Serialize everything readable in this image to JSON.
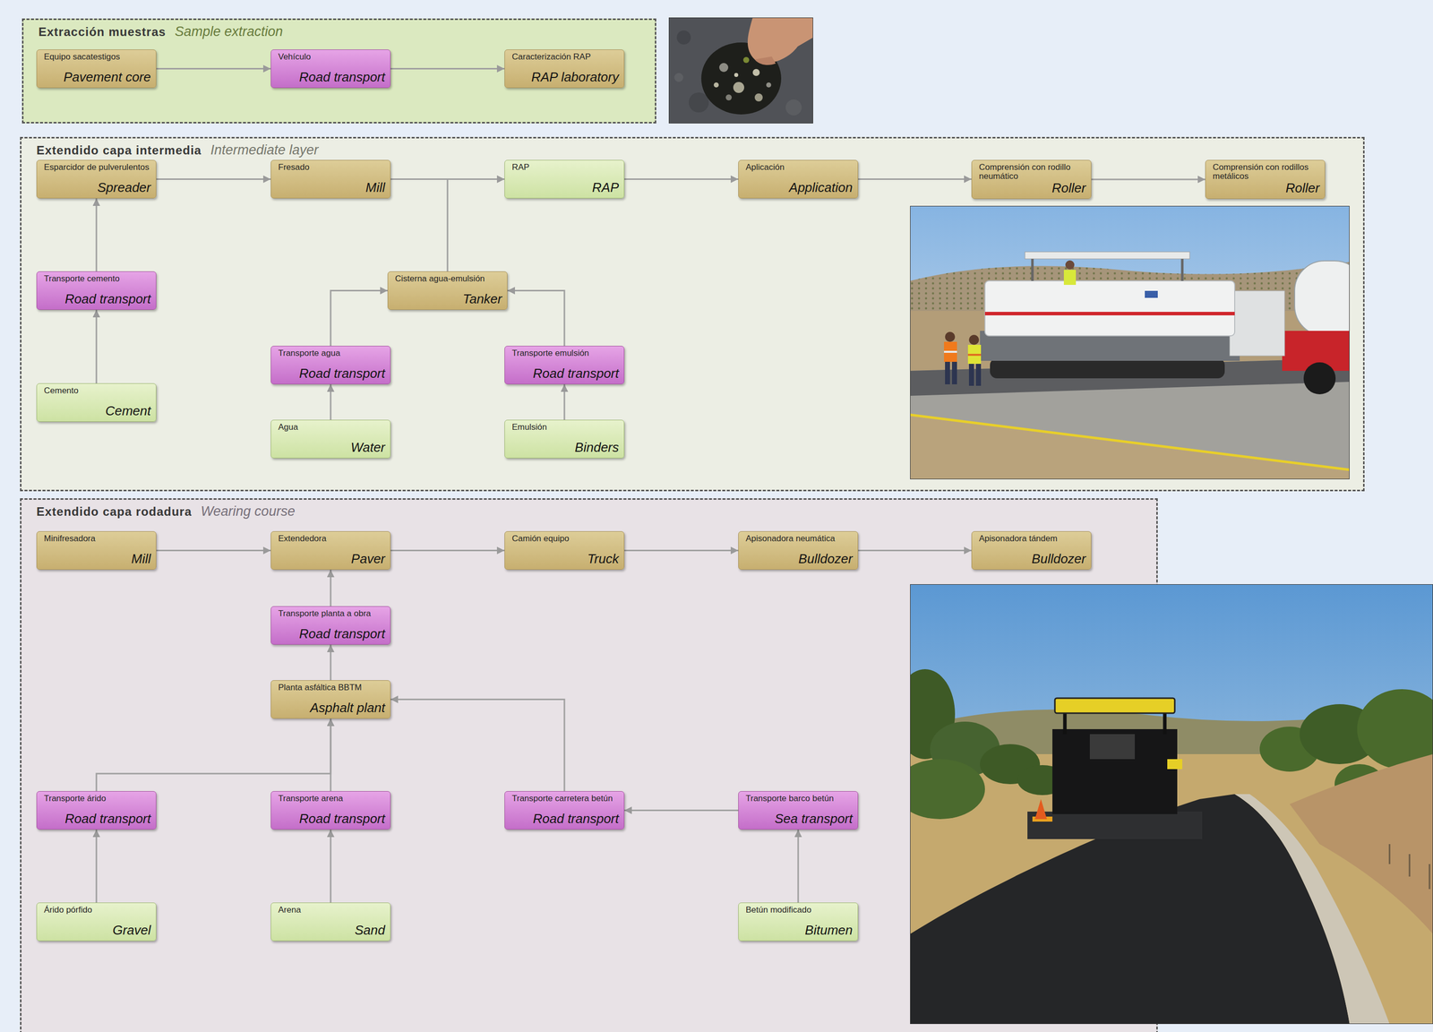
{
  "diagram": {
    "nodes": [
      {
        "text": [
          "Extracción muestras",
          "Sample extraction"
        ]
      },
      {
        "text": [
          "Equipo sacatestigos",
          "Pavement core"
        ],
        "in": 0
      },
      {
        "text": [
          "Vehículo",
          "Road transport"
        ],
        "in": 0
      },
      {
        "text": [
          "Caracterización RAP",
          "RAP laboratory"
        ],
        "in": 0
      },
      {
        "text": [
          "Extendido capa intermedia",
          "Intermediate layer"
        ]
      },
      {
        "text": [
          "Esparcidor de pulverulentos",
          "Spreader"
        ],
        "in": 4
      },
      {
        "text": [
          "Fresado",
          "Mill"
        ],
        "in": 4
      },
      {
        "text": [
          "RAP",
          "RAP"
        ],
        "in": 4
      },
      {
        "text": [
          "Aplicación",
          "Application"
        ],
        "in": 4
      },
      {
        "text": [
          "Comprensión con rodillo neumático",
          "Roller"
        ],
        "in": 4
      },
      {
        "text": [
          "Comprensión con rodillos metálicos",
          "Roller"
        ],
        "in": 4
      },
      {
        "text": [
          "Transporte cemento",
          "Road transport"
        ],
        "in": 4
      },
      {
        "text": [
          "Cisterna agua-emulsión",
          "Tanker"
        ],
        "in": 4
      },
      {
        "text": [
          "Transporte agua",
          "Road transport"
        ],
        "in": 4
      },
      {
        "text": [
          "Transporte emulsión",
          "Road transport"
        ],
        "in": 4
      },
      {
        "text": [
          "Cemento",
          "Cement"
        ],
        "in": 4
      },
      {
        "text": [
          "Agua",
          "Water"
        ],
        "in": 4
      },
      {
        "text": [
          "Emulsión",
          "Binders"
        ],
        "in": 4
      },
      {
        "text": [
          "Extendido capa rodadura",
          "Wearing course"
        ]
      },
      {
        "text": [
          "Minifresadora",
          "Mill"
        ],
        "in": 18
      },
      {
        "text": [
          "Extendedora",
          "Paver"
        ],
        "in": 18
      },
      {
        "text": [
          "Camión equipo",
          "Truck"
        ],
        "in": 18
      },
      {
        "text": [
          "Apisonadora neumática",
          "Bulldozer"
        ],
        "in": 18
      },
      {
        "text": [
          "Apisonadora tándem",
          "Bulldozer"
        ],
        "in": 18
      },
      {
        "text": [
          "Transporte planta a obra",
          "Road transport"
        ],
        "in": 18
      },
      {
        "text": [
          "Planta asfáltica BBTM",
          "Asphalt plant"
        ],
        "in": 18
      },
      {
        "text": [
          "Transporte árido",
          "Road transport"
        ],
        "in": 18
      },
      {
        "text": [
          "Transporte arena",
          "Road transport"
        ],
        "in": 18
      },
      {
        "text": [
          "Transporte carretera betún",
          "Road transport"
        ],
        "in": 18
      },
      {
        "text": [
          "Transporte barco betún",
          "Sea transport"
        ],
        "in": 18
      },
      {
        "text": [
          "Árido pórfido",
          "Gravel"
        ],
        "in": 18
      },
      {
        "text": [
          "Arena",
          "Sand"
        ],
        "in": 18
      },
      {
        "text": [
          "Betún modificado",
          "Bitumen"
        ],
        "in": 18
      }
    ],
    "edges": [
      {
        "from": 1,
        "to": 2,
        "arrow": "to"
      },
      {
        "from": 2,
        "to": 3,
        "arrow": "to"
      },
      {
        "from": 5,
        "to": 6,
        "arrow": "to"
      },
      {
        "from": 6,
        "to": 7,
        "arrow": "to"
      },
      {
        "from": 12,
        "to": 7,
        "arrow": "to"
      },
      {
        "from": 7,
        "to": 8,
        "arrow": "to"
      },
      {
        "from": 8,
        "to": 9,
        "arrow": "to"
      },
      {
        "from": 9,
        "to": 10,
        "arrow": "to"
      },
      {
        "from": 11,
        "to": 5,
        "arrow": "to"
      },
      {
        "from": 15,
        "to": 11,
        "arrow": "to"
      },
      {
        "from": 13,
        "to": 12,
        "arrow": "to"
      },
      {
        "from": 16,
        "to": 13,
        "arrow": "to"
      },
      {
        "from": 14,
        "to": 12,
        "arrow": "to"
      },
      {
        "from": 17,
        "to": 14,
        "arrow": "to"
      },
      {
        "from": 19,
        "to": 20,
        "arrow": "to"
      },
      {
        "from": 20,
        "to": 21,
        "arrow": "to"
      },
      {
        "from": 21,
        "to": 22,
        "arrow": "to"
      },
      {
        "from": 22,
        "to": 23,
        "arrow": "to"
      },
      {
        "from": 24,
        "to": 20,
        "arrow": "to"
      },
      {
        "from": 25,
        "to": 24,
        "arrow": "to"
      },
      {
        "from": 26,
        "to": 25,
        "arrow": "to"
      },
      {
        "from": 27,
        "to": 25,
        "arrow": "to"
      },
      {
        "from": 28,
        "to": 25,
        "arrow": "to"
      },
      {
        "from": 29,
        "to": 28,
        "arrow": "to"
      },
      {
        "from": 30,
        "to": 26,
        "arrow": "to"
      },
      {
        "from": 31,
        "to": 27,
        "arrow": "to"
      },
      {
        "from": 32,
        "to": 29,
        "arrow": "to"
      }
    ]
  }
}
